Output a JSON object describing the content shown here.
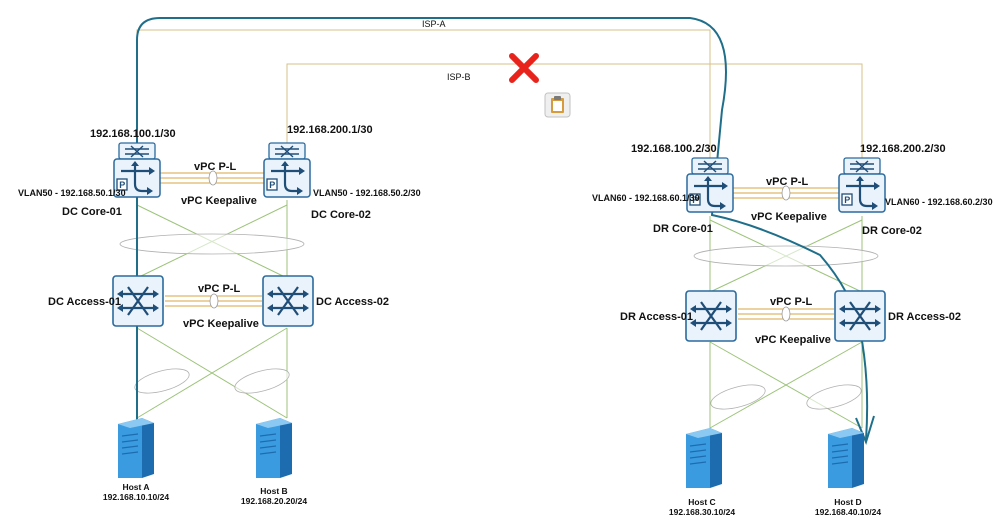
{
  "isp": {
    "a": "ISP-A",
    "b": "ISP-B"
  },
  "colors": {
    "isp_line": "#d9c08a",
    "green_link": "#9cc37a",
    "orange_link": "#d9a441",
    "flow": "#1f6f8b",
    "device_stroke": "#2a6a9e",
    "device_fill": "#eaf3fb",
    "fail_x": "#e8231c",
    "server_front": "#3a9be0",
    "server_side": "#1e6cb0"
  },
  "dc": {
    "core1": {
      "name": "DC Core-01",
      "wan_ip": "192.168.100.1/30",
      "vlan_ip": "VLAN50 - 192.168.50.1/30"
    },
    "core2": {
      "name": "DC Core-02",
      "wan_ip": "192.168.200.1/30",
      "vlan_ip": "VLAN50 - 192.168.50.2/30"
    },
    "core_vpc_pl": "vPC P-L",
    "core_vpc_ka": "vPC Keepalive",
    "access1": {
      "name": "DC Access-01"
    },
    "access2": {
      "name": "DC Access-02"
    },
    "access_vpc_pl": "vPC P-L",
    "access_vpc_ka": "vPC Keepalive",
    "host_a": {
      "name": "Host A",
      "ip": "192.168.10.10/24"
    },
    "host_b": {
      "name": "Host B",
      "ip": "192.168.20.20/24"
    }
  },
  "dr": {
    "core1": {
      "name": "DR Core-01",
      "wan_ip": "192.168.100.2/30",
      "vlan_ip": "VLAN60 - 192.168.60.1/30"
    },
    "core2": {
      "name": "DR Core-02",
      "wan_ip": "192.168.200.2/30",
      "vlan_ip": "VLAN60 - 192.168.60.2/30"
    },
    "core_vpc_pl": "vPC P-L",
    "core_vpc_ka": "vPC Keepalive",
    "access1": {
      "name": "DR Access-01"
    },
    "access2": {
      "name": "DR Access-02"
    },
    "access_vpc_pl": "vPC P-L",
    "access_vpc_ka": "vPC Keepalive",
    "host_c": {
      "name": "Host C",
      "ip": "192.168.30.10/24"
    },
    "host_d": {
      "name": "Host D",
      "ip": "192.168.40.10/24"
    }
  },
  "icons": {
    "router": "router-icon",
    "switch": "switch-icon",
    "server": "server-icon",
    "failure": "failure-x-icon",
    "clipboard": "clipboard-icon"
  }
}
